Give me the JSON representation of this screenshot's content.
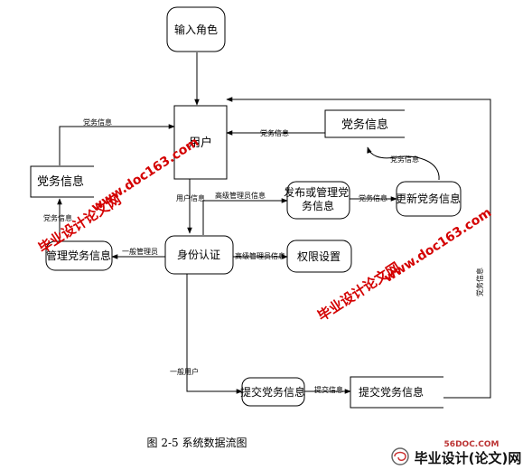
{
  "nodes": {
    "input_role": "输入角色",
    "user": "用户",
    "party_info_top_right": "党务信息",
    "party_info_left": "党务信息",
    "publish_manage": [
      "发布或管理党",
      "务信息"
    ],
    "update_info": "更新党务信息",
    "manage_info": "管理党务信息",
    "identity_auth": "身份认证",
    "permission_setting": "权限设置",
    "submit_process": "提交党务信息",
    "submit_store": "提交党务信息"
  },
  "edge_labels": {
    "party_info_1": "党务信息",
    "party_info_2": "党务信息",
    "party_info_3": "党务信息",
    "party_info_4": "党务信息",
    "party_info_5": "党务信息",
    "party_info_6": "党务信息",
    "user_info": "用户信息",
    "senior_admin_1": "高级管理员信息",
    "senior_admin_2": "高级管理员信息",
    "general_admin": "一般管理员",
    "general_user": "一般用户",
    "submit_info": "提交信息"
  },
  "caption": "图 2-5  系统数据流图",
  "watermarks": {
    "top_cn": "毕业设计论文网",
    "top_url": "www.doc163.com",
    "bottom_cn": "毕业设计论文网",
    "bottom_url": "www.doc163.com"
  },
  "logo": {
    "small": "56DOC.COM",
    "big": "毕业设计(论文)网"
  }
}
